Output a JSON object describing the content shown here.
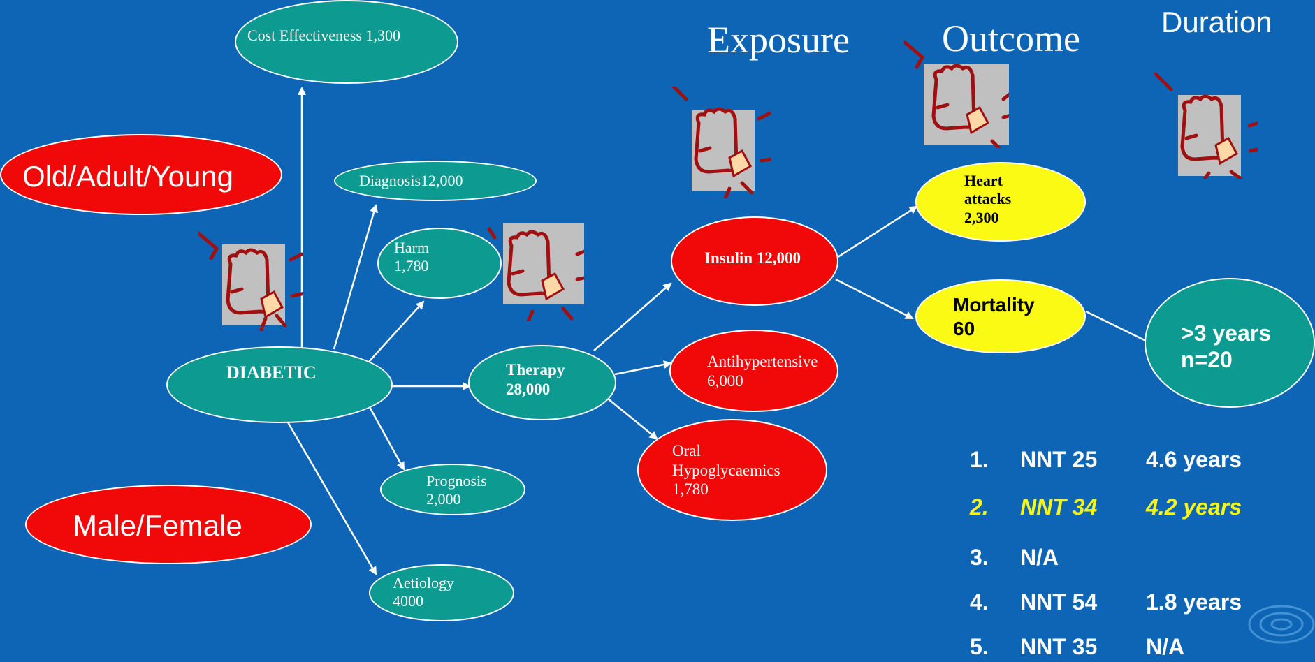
{
  "headings": {
    "exposure": "Exposure",
    "outcome": "Outcome",
    "duration": "Duration"
  },
  "population": {
    "age": "Old/Adult/Young",
    "sex": "Male/Female"
  },
  "nodes": {
    "cost": "Cost Effectiveness 1,300",
    "diagnosis": "Diagnosis12,000",
    "harm": "Harm\n1,780",
    "diabetic": "DIABETIC",
    "prognosis": "Prognosis\n2,000",
    "aetiology": "Aetiology\n4000",
    "therapy": "Therapy\n28,000",
    "insulin": "Insulin 12,000",
    "antihypertensive": "Antihypertensive\n6,000",
    "oral": "Oral\nHypoglycaemics\n1,780",
    "heart": "Heart\nattacks\n2,300",
    "mortality": "Mortality\n60",
    "duration_node": ">3 years\nn=20"
  },
  "results": [
    {
      "num": "1.",
      "nnt": "NNT 25",
      "years": "4.6 years"
    },
    {
      "num": "2.",
      "nnt": "NNT 34",
      "years": "4.2 years"
    },
    {
      "num": "3.",
      "nnt": "N/A",
      "years": ""
    },
    {
      "num": "4.",
      "nnt": "NNT 54",
      "years": "1.8 years"
    },
    {
      "num": "5.",
      "nnt": "NNT 35",
      "years": "N/A"
    }
  ],
  "icons": [
    "pointing-hand-icon",
    "ripple-logo-icon"
  ],
  "colors": {
    "background": "#0f65b5",
    "teal": "#0d9a90",
    "red": "#f10909",
    "yellow": "#fafa14",
    "highlight": "#f5f51a"
  }
}
